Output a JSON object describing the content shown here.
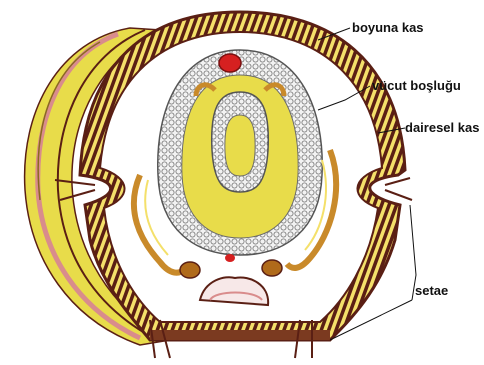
{
  "labels": {
    "longitudinal": "boyuna kas",
    "body_cavity": "vücut boşluğu",
    "circular": "dairesel kas",
    "setae": "setae"
  },
  "colors": {
    "muscle_dark": "#5a1f14",
    "muscle_brown": "#7b3a20",
    "yellow_tissue": "#e8dc4a",
    "skin_pink": "#d98c8c",
    "gut_outline": "#6b6b6b",
    "vessel_red": "#d62020",
    "ochre": "#c98a2a"
  }
}
